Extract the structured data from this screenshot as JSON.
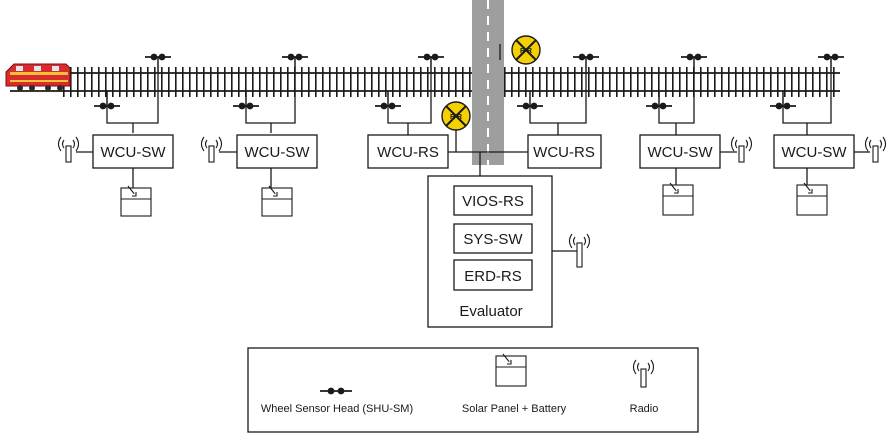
{
  "units": {
    "wcu_sw_1": "WCU-SW",
    "wcu_sw_2": "WCU-SW",
    "wcu_rs_left": "WCU-RS",
    "wcu_rs_right": "WCU-RS",
    "wcu_sw_3": "WCU-SW",
    "wcu_sw_4": "WCU-SW"
  },
  "evaluator": {
    "title": "Evaluator",
    "vios": "VIOS-RS",
    "sys": "SYS-SW",
    "erd": "ERD-RS"
  },
  "crossing_sign_text": "R R",
  "legend": {
    "sensor_label": "Wheel Sensor Head (SHU-SM)",
    "solar_label": "Solar Panel + Battery",
    "radio_label": "Radio"
  },
  "colors": {
    "line": "#1a1a1a",
    "road": "#9e9e9e",
    "crossing_sign": "#f5d000",
    "train_body": "#d92b2b"
  },
  "icons": [
    "wheel-sensor-icon",
    "solar-panel-icon",
    "radio-icon",
    "railroad-crossing-icon",
    "train-icon"
  ]
}
